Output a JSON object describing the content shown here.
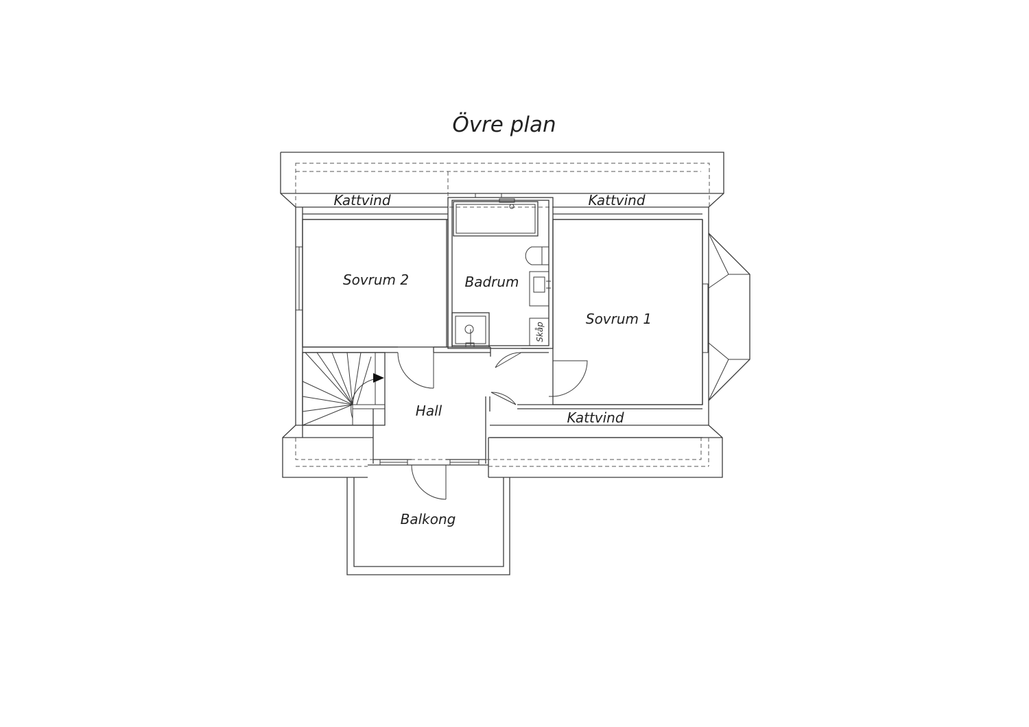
{
  "title": "Övre plan",
  "rooms": {
    "kattvind_left": "Kattvind",
    "kattvind_right": "Kattvind",
    "kattvind_bottom": "Kattvind",
    "sovrum2": "Sovrum 2",
    "badrum": "Badrum",
    "sovrum1": "Sovrum 1",
    "hall": "Hall",
    "balkong": "Balkong",
    "skap": "Skåp"
  }
}
